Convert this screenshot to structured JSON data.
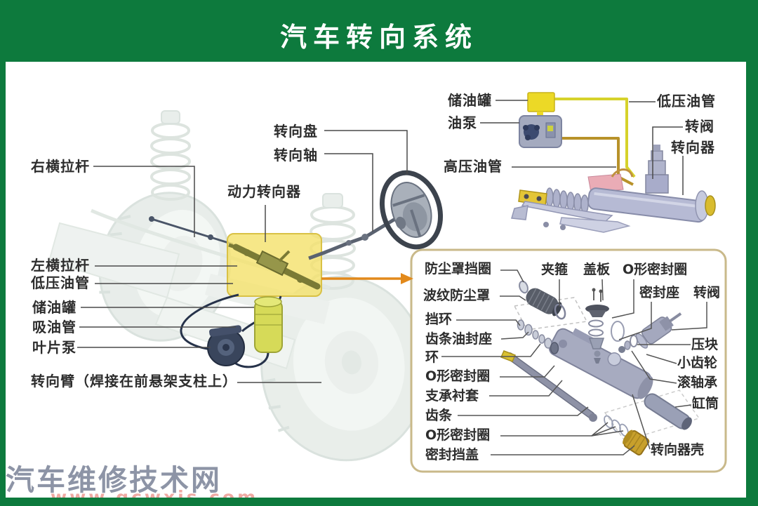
{
  "header": {
    "title": "汽车转向系统"
  },
  "diagram": {
    "left_labels": [
      "右横拉杆",
      "左横拉杆",
      "低压油管",
      "储油罐",
      "吸油管",
      "叶片泵",
      "转向臂（焊接在前悬架支柱上）"
    ],
    "column_labels": [
      "转向盘",
      "转向轴",
      "动力转向器"
    ],
    "pump_schematic_labels": [
      "储油罐",
      "油泵",
      "高压油管",
      "低压油管",
      "转阀",
      "转向器"
    ],
    "exploded_view_labels": {
      "left": [
        "防尘罩挡圈",
        "波纹防尘罩",
        "挡环",
        "齿条油封座",
        "环",
        "O形密封圈",
        "支承衬套",
        "齿条",
        "O形密封圈",
        "密封挡盖"
      ],
      "top": [
        "夹箍",
        "盖板",
        "O形密封圈"
      ],
      "right": [
        "密封座",
        "转阀",
        "压块",
        "小齿轮",
        "滚轴承",
        "缸筒",
        "转向器壳"
      ]
    }
  },
  "watermark": {
    "site_name": "汽车维修技术网",
    "site_url": "www.qcwxjs.com"
  },
  "colors": {
    "frame_green": "#0d7a3d",
    "title_text": "#ffffff",
    "label_text": "#2d2d2d",
    "highlight_yellow": "#f4e26e",
    "arrow_orange": "#e2891b",
    "exploded_box_border": "#c9b98a",
    "pipe_low_pressure_yellow": "#d6d22b",
    "pipe_high_pressure_brown": "#b8922a",
    "watermark_gray": "#8d94a6",
    "watermark_url_salmon": "#efa9a2"
  }
}
